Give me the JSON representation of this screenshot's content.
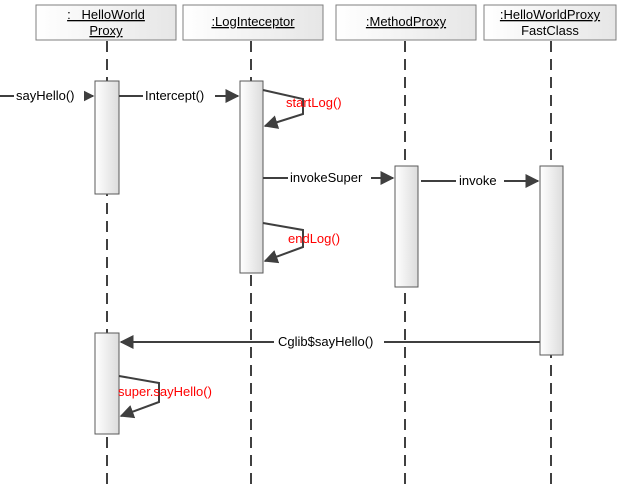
{
  "lifelines": [
    {
      "line1": ":   HelloWorld",
      "line2": "Proxy"
    },
    {
      "line1": ":LogInteceptor",
      "line2": ""
    },
    {
      "line1": ":MethodProxy",
      "line2": ""
    },
    {
      "line1": ":HelloWorldProxy",
      "line2": "FastClass"
    }
  ],
  "messages": {
    "sayHello": "sayHello()",
    "intercept": "Intercept()",
    "startLog": "startLog()",
    "invokeSuper": "invokeSuper",
    "endLog": "endLog()",
    "invoke": "invoke",
    "cglib": "Cglib$sayHello()",
    "superSayHello": "super.sayHello()"
  },
  "colors": {
    "self_call_label": "#ff0000",
    "label": "#000000",
    "line": "#3f3f3f"
  }
}
